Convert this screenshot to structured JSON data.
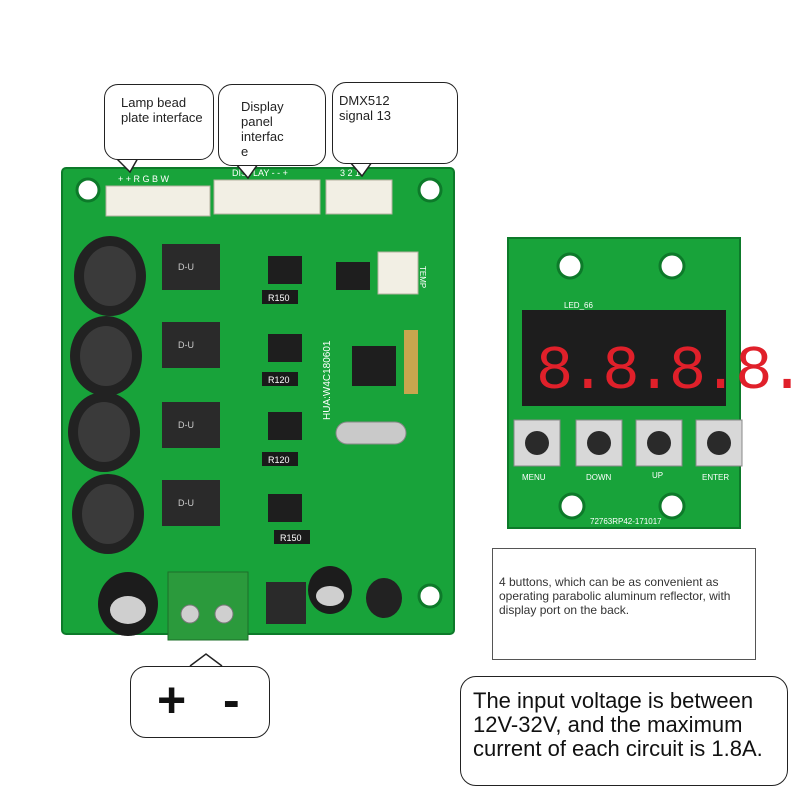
{
  "callouts": {
    "lamp_bead": "Lamp bead plate interface",
    "display_panel": "Display panel interfac e",
    "dmx": "DMX512 signal 13"
  },
  "board": {
    "connector_labels": {
      "rgbw": "+ + R G B W",
      "display": "DISPLAY - - +",
      "dmx_pins": "3 2 1"
    },
    "temp_label": "TEMP",
    "model_label": "HUA:W4C180601",
    "resistor_labels": [
      "R150",
      "R120",
      "R120",
      "R150"
    ],
    "ic_marks": [
      "D-U",
      "D-U",
      "D-U",
      "D-U"
    ]
  },
  "display_board": {
    "led_label": "LED_66",
    "digits": "8.8.8.8.",
    "buttons": [
      "MENU",
      "DOWN",
      "UP",
      "ENTER"
    ],
    "serial": "72763RP42-171017"
  },
  "notes": {
    "buttons_note": "4 buttons, which can be as convenient as operating parabolic aluminum reflector, with display port on the back."
  },
  "power": {
    "plus": "+",
    "minus": "-"
  },
  "voltage": {
    "text": "The input voltage is between 12V-32V, and the maximum current of each circuit is 1.8A."
  },
  "colors": {
    "pcb": "#18a33a",
    "pcb_dark": "#0d7a2a",
    "led_red": "#e0202a",
    "terminal_green": "#2b9a3c"
  }
}
